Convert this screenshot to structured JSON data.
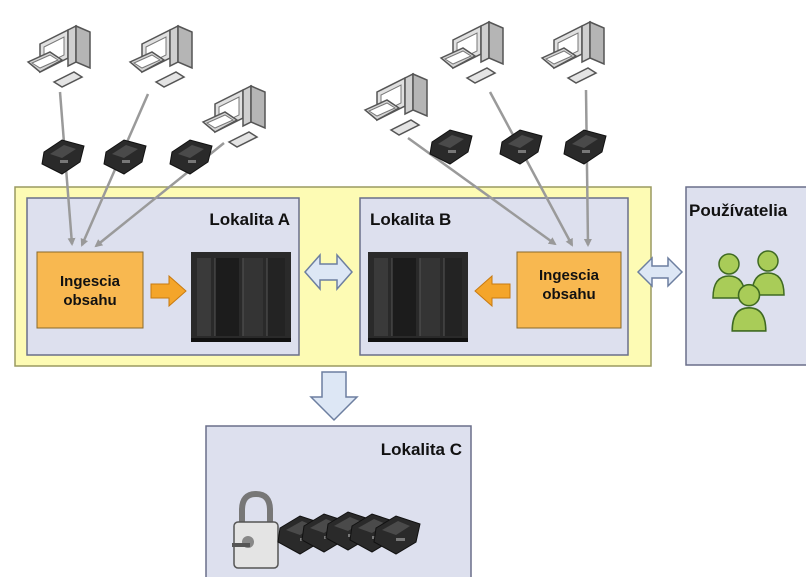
{
  "sites": {
    "a": {
      "label": "Lokalita A"
    },
    "b": {
      "label": "Lokalita B"
    },
    "c": {
      "label": "Lokalita C"
    }
  },
  "ingest": {
    "line1": "Ingescia",
    "line2": "obsahu"
  },
  "users": {
    "label": "Používatelia"
  },
  "colors": {
    "primary_band": "#fdfbb4",
    "site_panel": "#dde0ee",
    "ingest_box": "#f8b850",
    "arrow_orange": "#f4a52a",
    "double_arrow": "#dde7f5"
  },
  "icons": [
    "workstation-icon",
    "tape-cartridge-icon",
    "storage-server-icon",
    "users-group-icon",
    "padlock-icon"
  ]
}
